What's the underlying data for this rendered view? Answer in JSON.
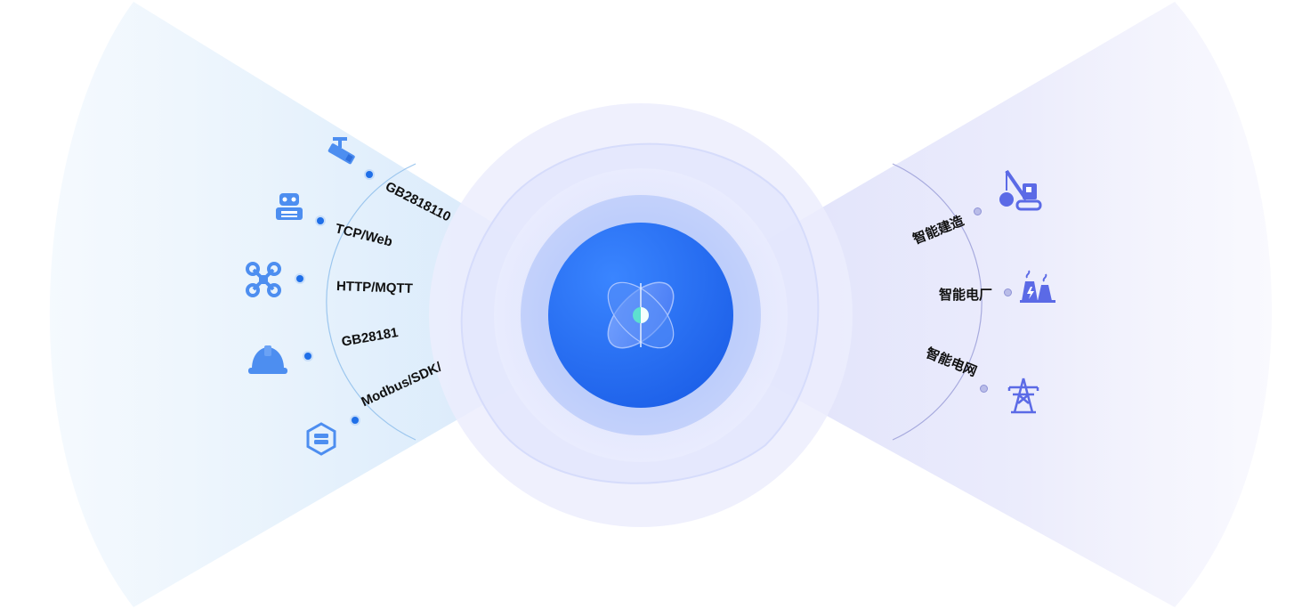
{
  "left": {
    "protocols": [
      {
        "label": "GB2818110"
      },
      {
        "label": "TCP/Web"
      },
      {
        "label": "HTTP/MQTT"
      },
      {
        "label": "GB28181"
      },
      {
        "label": "Modbus/SDK/"
      }
    ],
    "icons": [
      "camera-icon",
      "robot-icon",
      "drone-icon",
      "helmet-icon",
      "gateway-icon"
    ]
  },
  "right": {
    "applications": [
      {
        "label": "智能建造"
      },
      {
        "label": "智能电厂"
      },
      {
        "label": "智能电网"
      }
    ],
    "icons": [
      "crane-icon",
      "power-plant-icon",
      "power-tower-icon"
    ]
  },
  "colors": {
    "core_blue": "#2a6ff5",
    "left_fan": "#dff0fc",
    "right_fan": "#e4e6fb",
    "left_icon": "#4d8ef0",
    "right_icon": "#5b6ae6"
  }
}
